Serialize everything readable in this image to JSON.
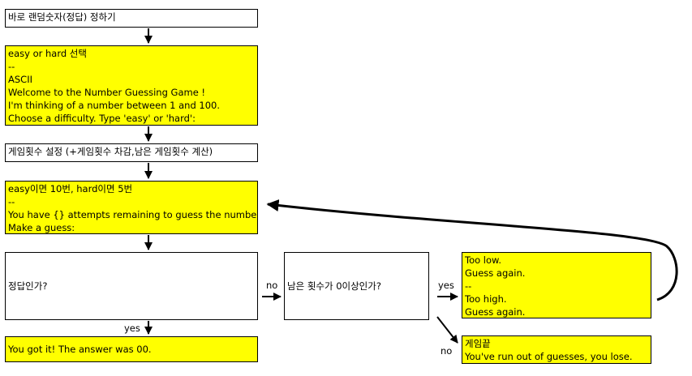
{
  "boxes": {
    "random_answer": {
      "text": "바로 랜덤숫자(정답) 정하기"
    },
    "difficulty": {
      "lines": [
        "easy or hard 선택",
        "--",
        "ASCII",
        "Welcome to the Number Guessing Game !",
        "I'm thinking of a number between 1 and 100.",
        "Choose a difficulty. Type 'easy' or 'hard':"
      ]
    },
    "attempts_setup": {
      "text": "게임횟수 설정 (+게임횟수 차감,남은 게임횟수 계산)"
    },
    "attempts_info": {
      "lines": [
        "easy이면 10번, hard이면 5번",
        "--",
        "You have {} attempts remaining to guess the number.",
        "Make a guess:"
      ]
    },
    "is_correct": {
      "text": "정답인가?"
    },
    "remaining_check": {
      "text": "남은 횟수가 0이상인가?"
    },
    "hint": {
      "lines": [
        "Too low.",
        "Guess again.",
        "--",
        "Too high.",
        "Guess again."
      ]
    },
    "win": {
      "text": "You got it! The answer was 00."
    },
    "game_over": {
      "lines": [
        "게임끝",
        "You've run out of guesses, you lose."
      ]
    }
  },
  "edge_labels": {
    "no_to_remaining": "no",
    "yes_to_hint": "yes",
    "yes_to_win": "yes",
    "no_to_game_over": "no"
  }
}
